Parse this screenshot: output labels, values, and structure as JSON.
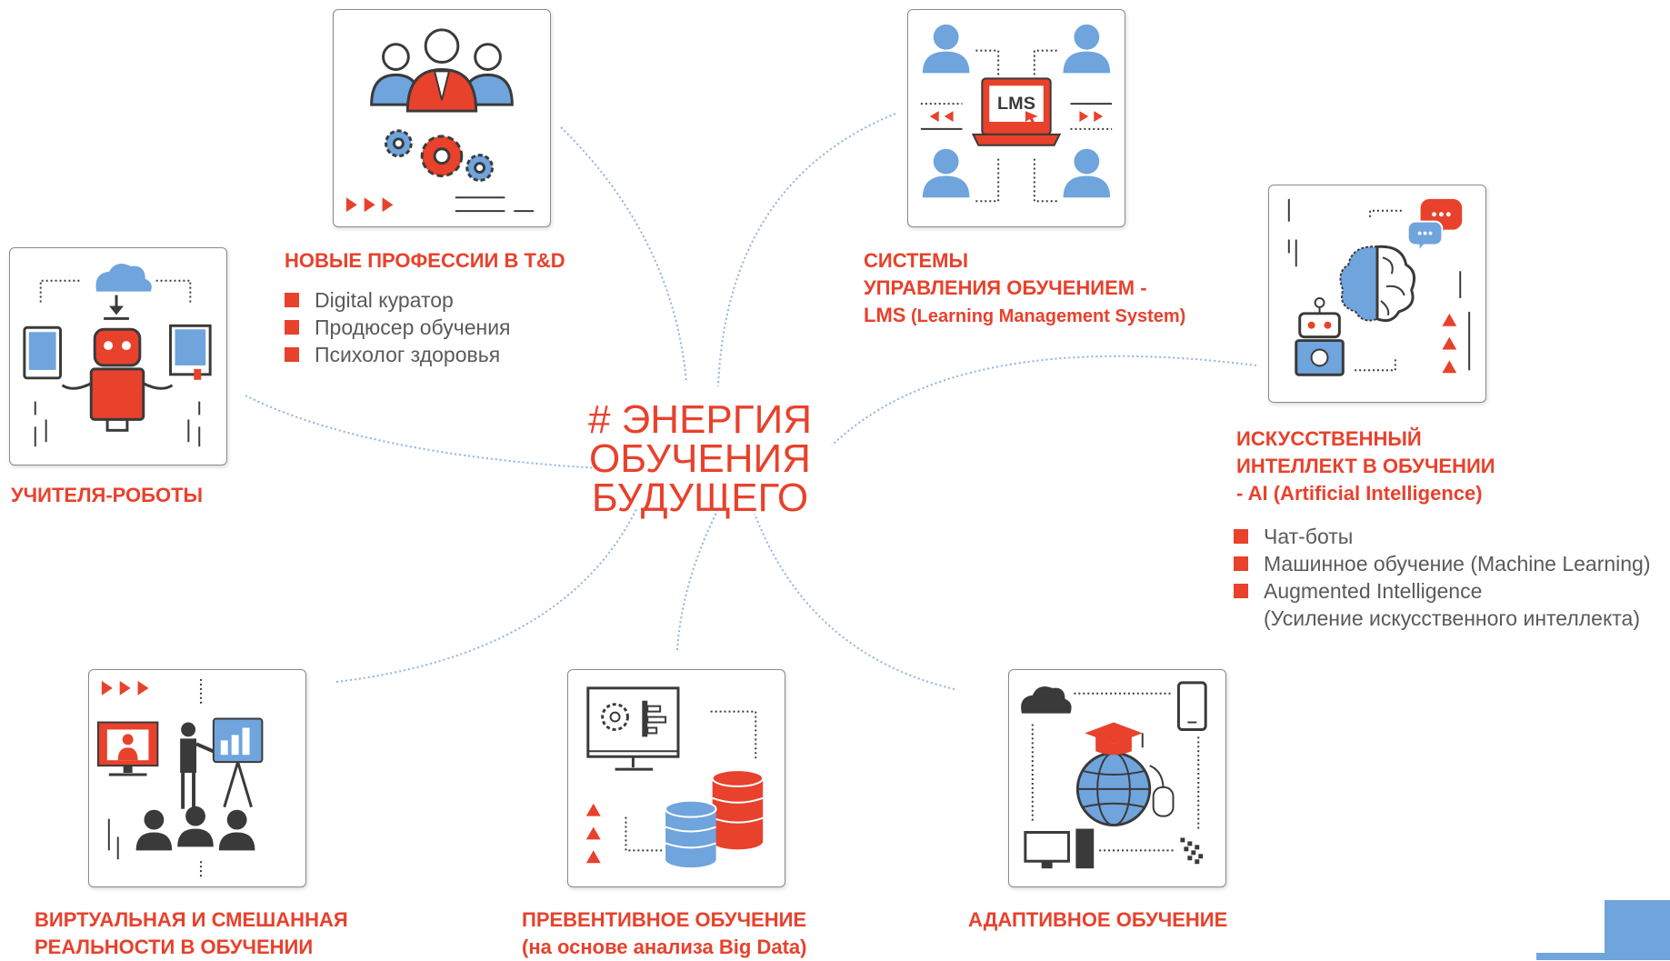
{
  "center": {
    "line1": "# ЭНЕРГИЯ",
    "line2": "ОБУЧЕНИЯ",
    "line3": "БУДУЩЕГО"
  },
  "nodes": {
    "professions": {
      "title": "НОВЫЕ ПРОФЕССИИ В T&D",
      "items": [
        "Digital куратор",
        "Продюсер обучения",
        "Психолог здоровья"
      ]
    },
    "lms": {
      "title_line1": "СИСТЕМЫ",
      "title_line2": "УПРАВЛЕНИЯ ОБУЧЕНИЕМ -",
      "title_line3_abbr": "LMS",
      "title_line3_rest": " (Learning Management System)",
      "screen_label": "LMS"
    },
    "ai": {
      "title_line1": "ИСКУССТВЕННЫЙ",
      "title_line2": "ИНТЕЛЛЕКТ В ОБУЧЕНИИ",
      "title_line3": "- AI (Artificial Intelligence)",
      "items": [
        "Чат-боты",
        "Машинное обучение (Machine Learning)",
        "Augmented Intelligence"
      ],
      "item3_subline": "(Усиление искусственного интеллекта)"
    },
    "robots": {
      "title": "УЧИТЕЛЯ-РОБОТЫ"
    },
    "vr": {
      "title_line1": "ВИРТУАЛЬНАЯ И СМЕШАННАЯ",
      "title_line2": "РЕАЛЬНОСТИ В ОБУЧЕНИИ"
    },
    "preventive": {
      "title_line1": "ПРЕВЕНТИВНОЕ ОБУЧЕНИЕ",
      "title_line2": "(на основе анализа Big Data)"
    },
    "adaptive": {
      "title": "АДАПТИВНОЕ ОБУЧЕНИЕ"
    }
  },
  "colors": {
    "accent_red": "#e8412c",
    "icon_blue": "#6fa4dd",
    "icon_dark": "#3a3a3a",
    "connector": "#8fb4dc"
  }
}
